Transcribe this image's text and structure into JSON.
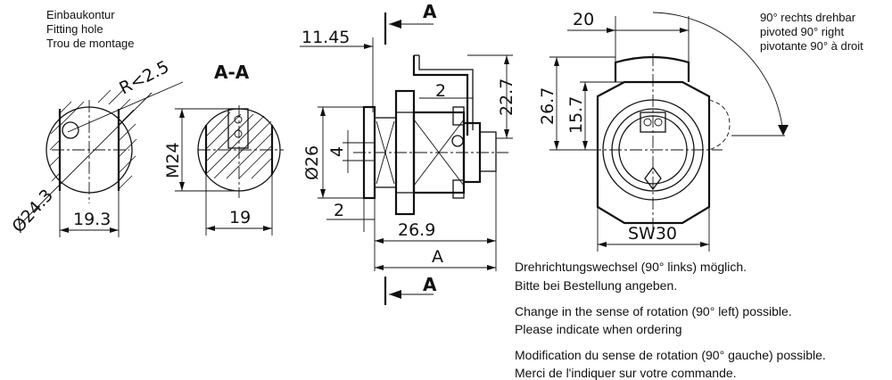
{
  "fitting_hole": {
    "title_de": "Einbaukontur",
    "title_en": "Fitting hole",
    "title_fr": "Trou de montage",
    "radius_label": "R<2.5",
    "diameter_label": "Ø24.3",
    "width_label": "19.3"
  },
  "section_view": {
    "title": "A-A",
    "m_label": "M24",
    "width_label": "19"
  },
  "side_view": {
    "dim_top": "11.45",
    "dim_2_upper": "2",
    "dim_22_7": "22.7",
    "dim_diameter": "Ø26",
    "dim_4": "4",
    "dim_2_lower": "2",
    "dim_26_9": "26.9",
    "dim_A": "A",
    "cut_label_top": "A",
    "cut_label_bottom": "A"
  },
  "front_view": {
    "dim_20": "20",
    "dim_26_7": "26.7",
    "dim_15_7": "15.7",
    "dim_sw30": "SW30",
    "rotation_de": "90° rechts drehbar",
    "rotation_en": "pivoted 90° right",
    "rotation_fr": "pivotante 90° à droit"
  },
  "notes": {
    "de_line1": "Drehrichtungswechsel (90° links) möglich.",
    "de_line2": "Bitte bei Bestellung angeben.",
    "en_line1": "Change in the sense of rotation (90° left) possible.",
    "en_line2": "Please indicate when ordering",
    "fr_line1": "Modification du sense de rotation (90° gauche) possible.",
    "fr_line2": "Merci de l'indiquer sur votre commande."
  }
}
